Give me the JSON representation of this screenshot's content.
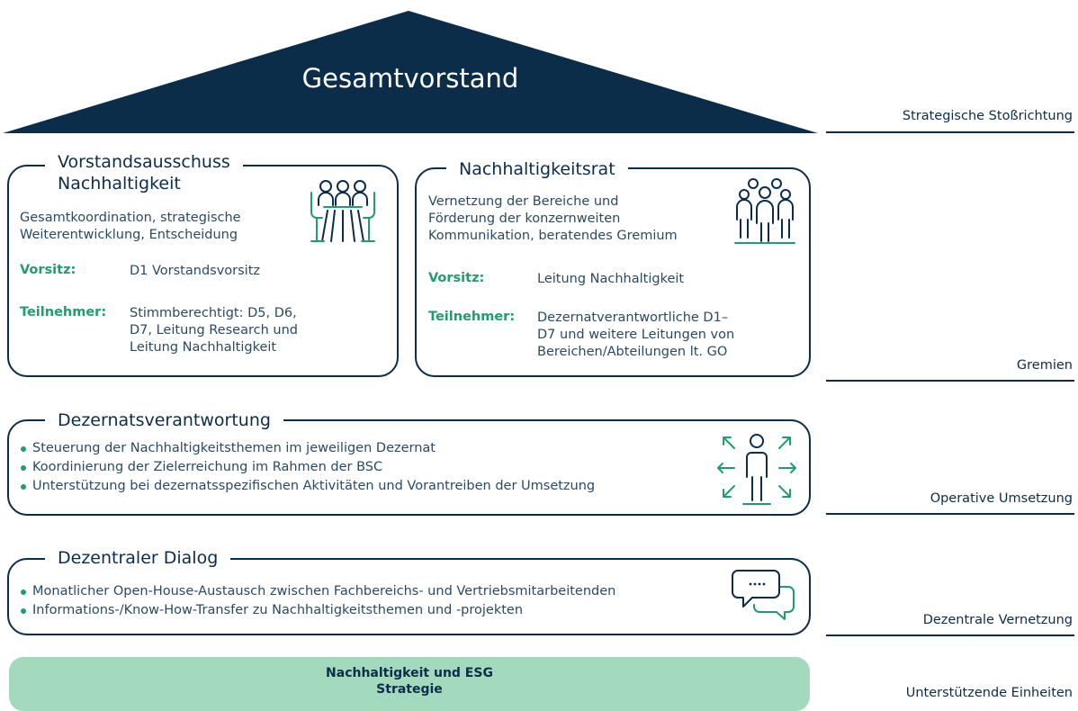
{
  "roof": {
    "title": "Gesamtvorstand",
    "color": "#0b2d4a"
  },
  "levels": {
    "strategic": "Strategische Stoßrichtung",
    "committees": "Gremien",
    "operative": "Operative Umsetzung",
    "decentral": "Dezentrale Vernetzung",
    "support": "Unterstützende Einheiten"
  },
  "committee_left": {
    "title_line1": "Vorstandsausschuss",
    "title_line2": "Nachhaltigkeit",
    "description_line1": "Gesamtkoordination, strategische",
    "description_line2": "Weiterentwicklung, Entscheidung",
    "chair_label": "Vorsitz:",
    "chair_value": "D1 Vorstandsvorsitz",
    "members_label": "Teilnehmer:",
    "members_line1": "Stimmberechtigt: D5, D6,",
    "members_line2": "D7, Leitung Research und",
    "members_line3": "Leitung Nachhaltigkeit",
    "icon": "meeting-table-icon"
  },
  "committee_right": {
    "title": "Nachhaltigkeitsrat",
    "description_line1": "Vernetzung der Bereiche und",
    "description_line2": "Förderung der konzernweiten",
    "description_line3": "Kommunikation, beratendes Gremium",
    "chair_label": "Vorsitz:",
    "chair_value": "Leitung Nachhaltigkeit",
    "members_label": "Teilnehmer:",
    "members_line1": "Dezernatverantwortliche D1–",
    "members_line2": "D7 und weitere Leitungen von",
    "members_line3": "Bereichen/Abteilungen lt. GO",
    "icon": "group-people-icon"
  },
  "department": {
    "title": "Dezernatsverantwortung",
    "bullets": [
      "Steuerung der Nachhaltigkeitsthemen im jeweiligen Dezernat",
      "Koordinierung der Zielerreichung im Rahmen der BSC",
      "Unterstützung bei dezernatsspezifischen Aktivitäten und Vorantreiben der Umsetzung"
    ],
    "icon": "person-arrows-icon"
  },
  "dialog": {
    "title": "Dezentraler Dialog",
    "bullets": [
      "Monatlicher Open-House-Austausch zwischen Fachbereichs- und Vertriebsmitarbeitenden",
      "Informations-/Know-How-Transfer zu Nachhaltigkeitsthemen und -projekten"
    ],
    "icon": "chat-bubbles-icon"
  },
  "support_unit": {
    "line1": "Nachhaltigkeit und ESG",
    "line2": "Strategie",
    "color": "#a3d9bd"
  },
  "colors": {
    "navy": "#0b2d4a",
    "green": "#1f9d6e"
  }
}
